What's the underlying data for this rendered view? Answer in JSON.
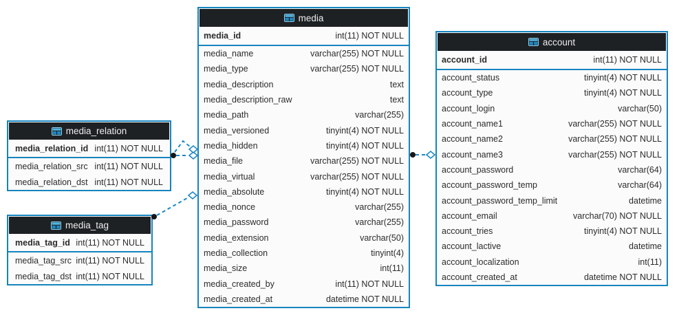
{
  "diagram": {
    "colors": {
      "table_border": "#1584bf",
      "header_bg": "#1e2124",
      "header_text": "#ededed",
      "row_bg": "#fbfbfb",
      "row_text": "#2b2b2b",
      "connector": "#1b87c4",
      "connector_dot": "#161616",
      "icon_blue": "#2f9fd8"
    },
    "tables": [
      {
        "name": "media",
        "header_icon": "table-icon",
        "primary_key": {
          "field": "media_id",
          "type": "int(11) NOT NULL"
        },
        "fields": [
          {
            "field": "media_name",
            "type": "varchar(255) NOT NULL"
          },
          {
            "field": "media_type",
            "type": "varchar(255) NOT NULL"
          },
          {
            "field": "media_description",
            "type": "text"
          },
          {
            "field": "media_description_raw",
            "type": "text"
          },
          {
            "field": "media_path",
            "type": "varchar(255)"
          },
          {
            "field": "media_versioned",
            "type": "tinyint(4) NOT NULL"
          },
          {
            "field": "media_hidden",
            "type": "tinyint(4) NOT NULL"
          },
          {
            "field": "media_file",
            "type": "varchar(255) NOT NULL"
          },
          {
            "field": "media_virtual",
            "type": "varchar(255) NOT NULL"
          },
          {
            "field": "media_absolute",
            "type": "tinyint(4) NOT NULL"
          },
          {
            "field": "media_nonce",
            "type": "varchar(255)"
          },
          {
            "field": "media_password",
            "type": "varchar(255)"
          },
          {
            "field": "media_extension",
            "type": "varchar(50)"
          },
          {
            "field": "media_collection",
            "type": "tinyint(4)"
          },
          {
            "field": "media_size",
            "type": "int(11)"
          },
          {
            "field": "media_created_by",
            "type": "int(11) NOT NULL"
          },
          {
            "field": "media_created_at",
            "type": "datetime NOT NULL"
          }
        ]
      },
      {
        "name": "media_relation",
        "header_icon": "table-icon",
        "primary_key": {
          "field": "media_relation_id",
          "type": "int(11) NOT NULL"
        },
        "fields": [
          {
            "field": "media_relation_src",
            "type": "int(11) NOT NULL"
          },
          {
            "field": "media_relation_dst",
            "type": "int(11) NOT NULL"
          }
        ]
      },
      {
        "name": "media_tag",
        "header_icon": "table-icon",
        "primary_key": {
          "field": "media_tag_id",
          "type": "int(11) NOT NULL"
        },
        "fields": [
          {
            "field": "media_tag_src",
            "type": "int(11) NOT NULL"
          },
          {
            "field": "media_tag_dst",
            "type": "int(11) NOT NULL"
          }
        ]
      },
      {
        "name": "account",
        "header_icon": "table-icon",
        "primary_key": {
          "field": "account_id",
          "type": "int(11) NOT NULL"
        },
        "fields": [
          {
            "field": "account_status",
            "type": "tinyint(4) NOT NULL"
          },
          {
            "field": "account_type",
            "type": "tinyint(4) NOT NULL"
          },
          {
            "field": "account_login",
            "type": "varchar(50)"
          },
          {
            "field": "account_name1",
            "type": "varchar(255) NOT NULL"
          },
          {
            "field": "account_name2",
            "type": "varchar(255) NOT NULL"
          },
          {
            "field": "account_name3",
            "type": "varchar(255) NOT NULL"
          },
          {
            "field": "account_password",
            "type": "varchar(64)"
          },
          {
            "field": "account_password_temp",
            "type": "varchar(64)"
          },
          {
            "field": "account_password_temp_limit",
            "type": "datetime"
          },
          {
            "field": "account_email",
            "type": "varchar(70) NOT NULL"
          },
          {
            "field": "account_tries",
            "type": "tinyint(4) NOT NULL"
          },
          {
            "field": "account_lactive",
            "type": "datetime"
          },
          {
            "field": "account_localization",
            "type": "int(11)"
          },
          {
            "field": "account_created_at",
            "type": "datetime NOT NULL"
          }
        ]
      }
    ],
    "relations": [
      {
        "from_table": "media_relation",
        "to_table": "media",
        "line_style": "dashed",
        "from_marker": "filled-dot",
        "to_marker": "open-diamond",
        "line_count": 2
      },
      {
        "from_table": "media_tag",
        "to_table": "media",
        "line_style": "dashed",
        "from_marker": "filled-dot",
        "to_marker": "open-diamond",
        "line_count": 1
      },
      {
        "from_table": "media",
        "to_table": "account",
        "line_style": "dashed",
        "from_marker": "filled-dot",
        "to_marker": "open-diamond",
        "line_count": 1
      }
    ]
  }
}
